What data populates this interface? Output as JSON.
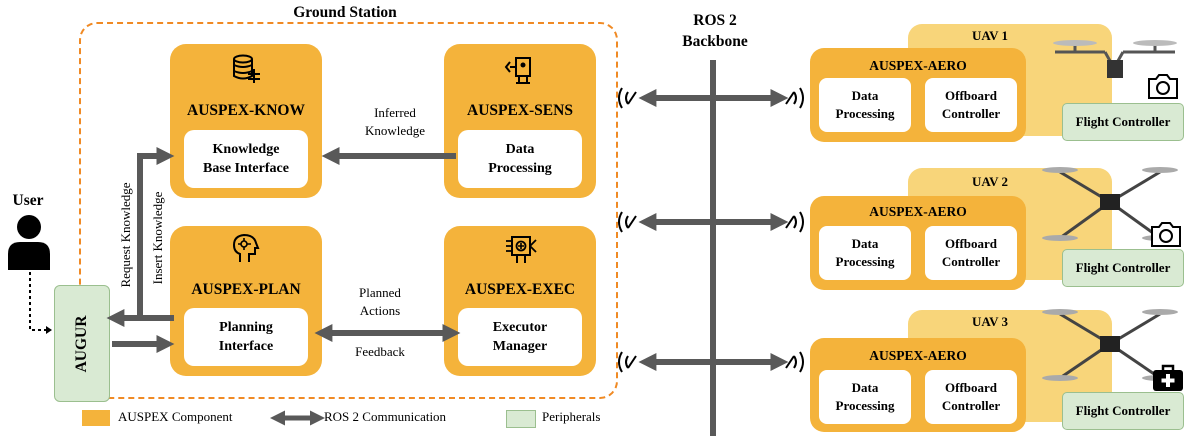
{
  "ground_station": {
    "title": "Ground Station"
  },
  "ros_backbone": {
    "line1": "ROS 2",
    "line2": "Backbone"
  },
  "user": {
    "label": "User"
  },
  "augur": {
    "label": "AUGUR"
  },
  "components": {
    "know": {
      "title": "AUSPEX-KNOW",
      "inner_l1": "Knowledge",
      "inner_l2": "Base Interface",
      "icon": "database-icon"
    },
    "sens": {
      "title": "AUSPEX-SENS",
      "inner_l1": "Data",
      "inner_l2": "Processing",
      "icon": "sensor-icon"
    },
    "plan": {
      "title": "AUSPEX-PLAN",
      "inner_l1": "Planning",
      "inner_l2": "Interface",
      "icon": "brain-circuit-icon"
    },
    "exec": {
      "title": "AUSPEX-EXEC",
      "inner_l1": "Executor",
      "inner_l2": "Manager",
      "icon": "actuator-icon"
    }
  },
  "edges": {
    "inferred_l1": "Inferred",
    "inferred_l2": "Knowledge",
    "request": "Request Knowledge",
    "insert": "Insert Knowledge",
    "planned_l1": "Planned",
    "planned_l2": "Actions",
    "feedback": "Feedback"
  },
  "uavs": [
    {
      "name": "UAV 1",
      "aero": "AUSPEX-AERO",
      "dp_l1": "Data",
      "dp_l2": "Processing",
      "oc_l1": "Offboard",
      "oc_l2": "Controller",
      "fc": "Flight Controller",
      "payload_icon": "camera-icon"
    },
    {
      "name": "UAV 2",
      "aero": "AUSPEX-AERO",
      "dp_l1": "Data",
      "dp_l2": "Processing",
      "oc_l1": "Offboard",
      "oc_l2": "Controller",
      "fc": "Flight Controller",
      "payload_icon": "camera-icon"
    },
    {
      "name": "UAV 3",
      "aero": "AUSPEX-AERO",
      "dp_l1": "Data",
      "dp_l2": "Processing",
      "oc_l1": "Offboard",
      "oc_l2": "Controller",
      "fc": "Flight Controller",
      "payload_icon": "medkit-icon"
    }
  ],
  "legend": {
    "component": "AUSPEX Component",
    "ros": "ROS 2 Communication",
    "peripherals": "Peripherals"
  },
  "colors": {
    "component": "#f4b33b",
    "uav_bg": "#f8d57a",
    "peripheral": "#d9ead3",
    "arrow": "#595959",
    "dashed_border": "#f08a24"
  }
}
